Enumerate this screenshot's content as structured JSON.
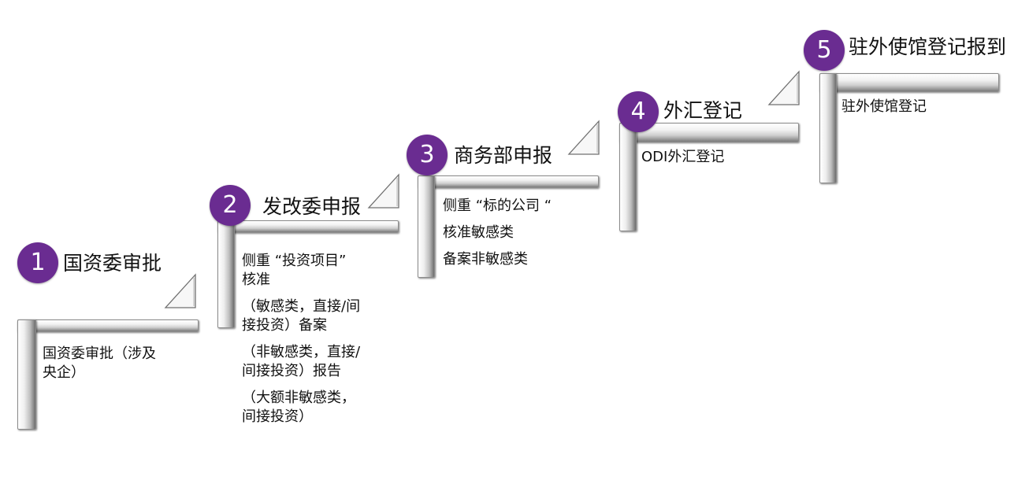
{
  "colors": {
    "badge": "#6a2c91",
    "badge_text": "#ffffff",
    "text": "#111111"
  },
  "steps": [
    {
      "number": "1",
      "title": "国资委审批",
      "lines": [
        "国资委审批（涉及",
        "央企）"
      ]
    },
    {
      "number": "2",
      "title": "发改委申报",
      "lines": [
        "侧重 “投资项目”",
        "核准",
        "（敏感类，直接/间",
        "接投资）备案",
        "（非敏感类，直接/",
        "间接投资）报告",
        "（大额非敏感类，",
        "间接投资）"
      ]
    },
    {
      "number": "3",
      "title": "商务部申报",
      "lines": [
        "侧重 “标的公司 “",
        "核准敏感类",
        "备案非敏感类"
      ]
    },
    {
      "number": "4",
      "title": "外汇登记",
      "lines": [
        "ODI外汇登记"
      ]
    },
    {
      "number": "5",
      "title": "驻外使馆登记报到",
      "lines": [
        "驻外使馆登记"
      ]
    }
  ]
}
